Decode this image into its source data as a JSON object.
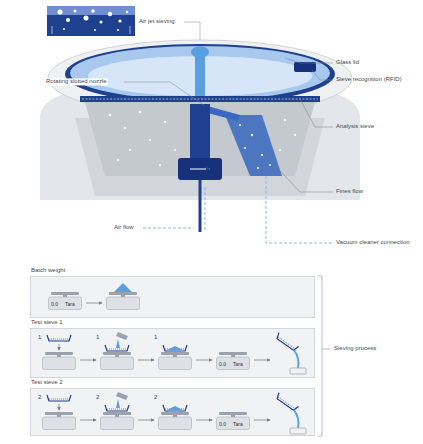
{
  "diagram": {
    "nodes": [
      {
        "text": [
          "Batch weight"
        ]
      },
      {
        "text": [
          "Test sieve 1"
        ]
      },
      {
        "text": [
          "Test sieve 2"
        ]
      }
    ],
    "labels": [
      "Air jet sieving",
      "Glass lid",
      "Sieve recognition (RFID)",
      "Rotating slotted nozzle",
      "Analysis sieve",
      "Fines flow",
      "Air flow",
      "Vacuum cleaner connection",
      "Sieving process",
      "0.0",
      "Tara",
      "1",
      "1",
      "1",
      "0.0",
      "Tara",
      "2",
      "2",
      "2",
      "0.0",
      "Tara"
    ]
  }
}
